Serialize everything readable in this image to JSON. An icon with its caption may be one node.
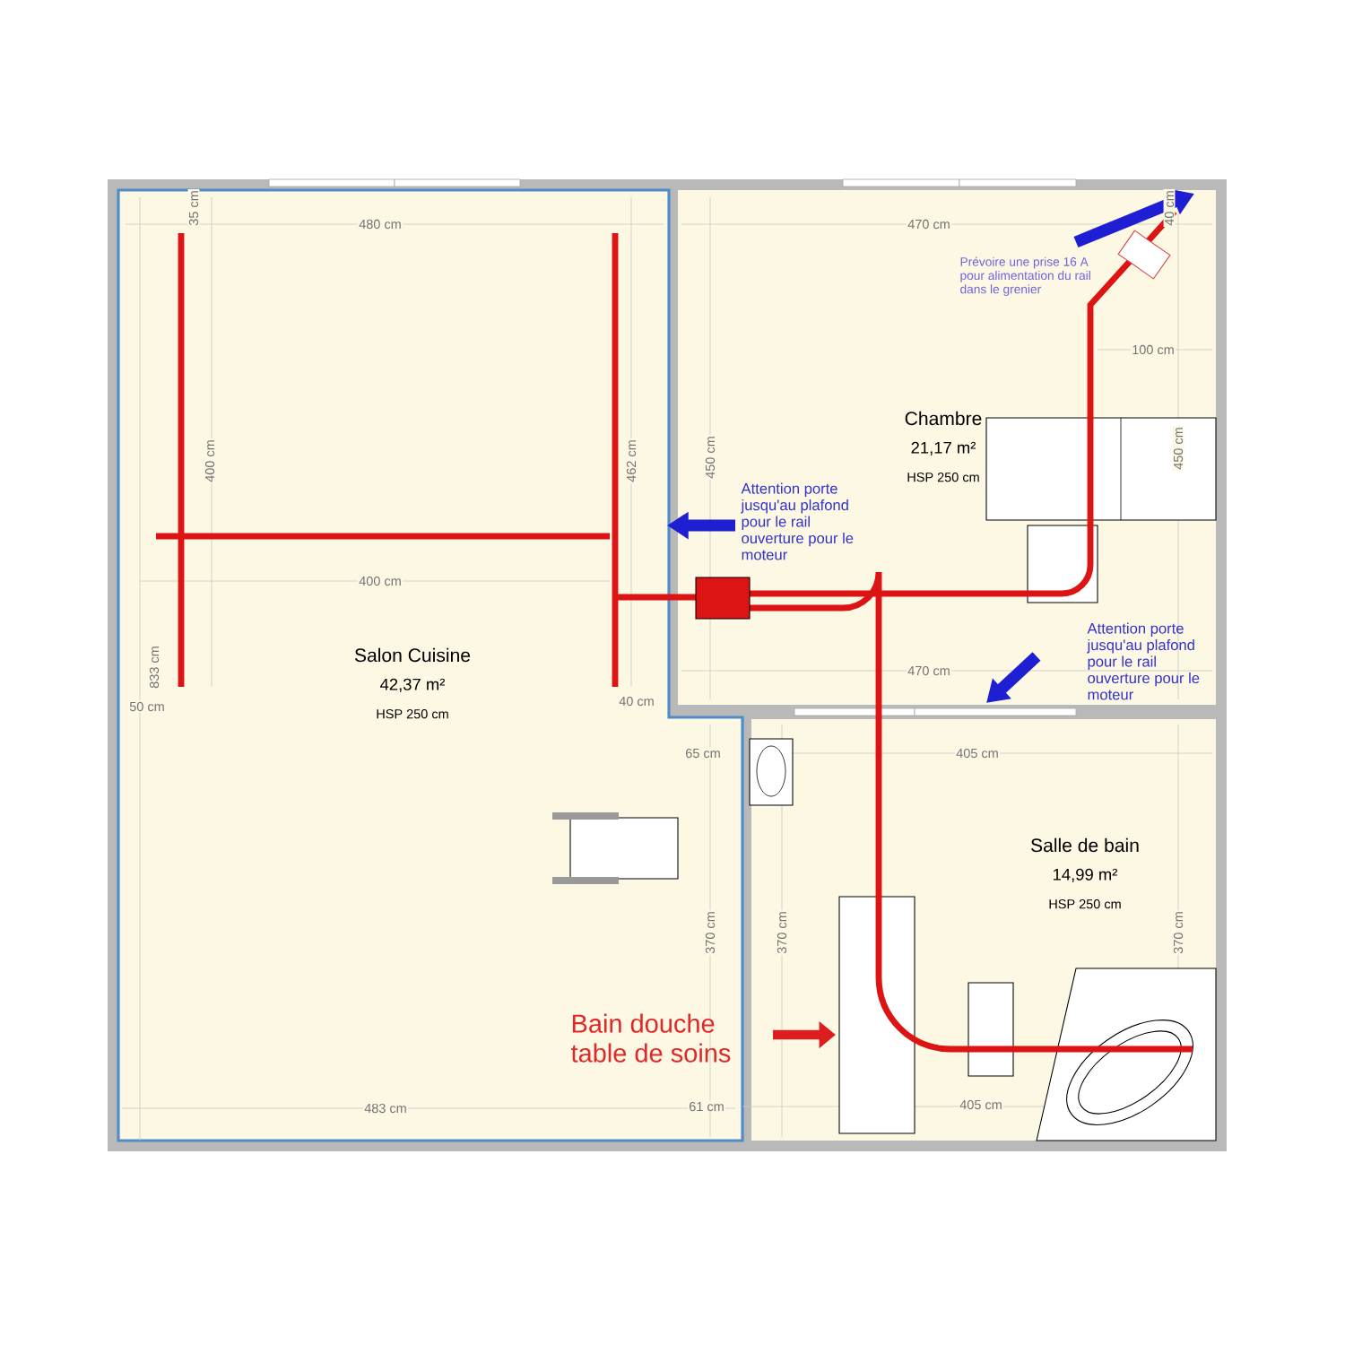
{
  "diagram": {
    "nodes": [
      {
        "text": [
          "Salon Cuisine",
          "42,37 m²",
          "HSP 250 cm"
        ]
      },
      {
        "text": [
          "Chambre",
          "21,17 m²",
          "HSP 250 cm"
        ]
      },
      {
        "text": [
          "Salle de bain",
          "14,99 m²",
          "HSP 250 cm"
        ]
      }
    ],
    "labels": [
      "35 cm",
      "480 cm",
      "400 cm",
      "462 cm",
      "400 cm",
      "833 cm",
      "50 cm",
      "40 cm",
      "470 cm",
      "40 cm",
      "Prévoire une prise 16 A pour alimentation du rail dans le grenier",
      "100 cm",
      "450 cm",
      "450 cm",
      "Attention porte jusqu'au plafond pour le rail ouverture pour le moteur",
      "Attention porte jusqu'au plafond pour le rail ouverture pour le moteur",
      "470 cm",
      "65 cm",
      "405 cm",
      "370 cm",
      "370 cm",
      "370 cm",
      "Bain douche table de soins",
      "483 cm",
      "61 cm",
      "405 cm"
    ]
  }
}
